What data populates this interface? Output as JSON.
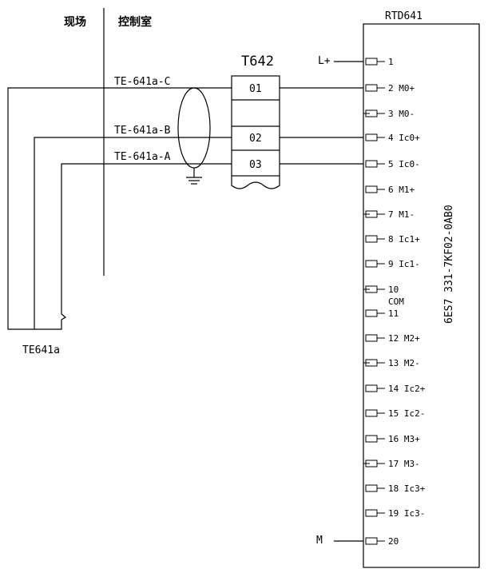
{
  "zones": {
    "field": "现场",
    "control_room": "控制室"
  },
  "sensor": {
    "name": "TE641a"
  },
  "cables": [
    {
      "label": "TE-641a-C",
      "terminal": "01"
    },
    {
      "label": "TE-641a-B",
      "terminal": "02"
    },
    {
      "label": "TE-641a-A",
      "terminal": "03"
    }
  ],
  "terminal_block": {
    "name": "T642"
  },
  "module": {
    "name": "RTD641",
    "part_number": "6ES7 331-7KF02-0AB0"
  },
  "supply": {
    "positive": "L+",
    "negative": "M"
  },
  "pins": [
    {
      "num": "1",
      "label": ""
    },
    {
      "num": "2",
      "label": "M0+"
    },
    {
      "num": "3",
      "label": "M0-"
    },
    {
      "num": "4",
      "label": "Ic0+"
    },
    {
      "num": "5",
      "label": "Ic0-"
    },
    {
      "num": "6",
      "label": "M1+"
    },
    {
      "num": "7",
      "label": "M1-"
    },
    {
      "num": "8",
      "label": "Ic1+"
    },
    {
      "num": "9",
      "label": "Ic1-"
    },
    {
      "num": "10",
      "label": ""
    },
    {
      "num": "COM",
      "label": ""
    },
    {
      "num": "11",
      "label": ""
    },
    {
      "num": "12",
      "label": "M2+"
    },
    {
      "num": "13",
      "label": "M2-"
    },
    {
      "num": "14",
      "label": "Ic2+"
    },
    {
      "num": "15",
      "label": "Ic2-"
    },
    {
      "num": "16",
      "label": "M3+"
    },
    {
      "num": "17",
      "label": "M3-"
    },
    {
      "num": "18",
      "label": "Ic3+"
    },
    {
      "num": "19",
      "label": "Ic3-"
    },
    {
      "num": "20",
      "label": ""
    }
  ]
}
